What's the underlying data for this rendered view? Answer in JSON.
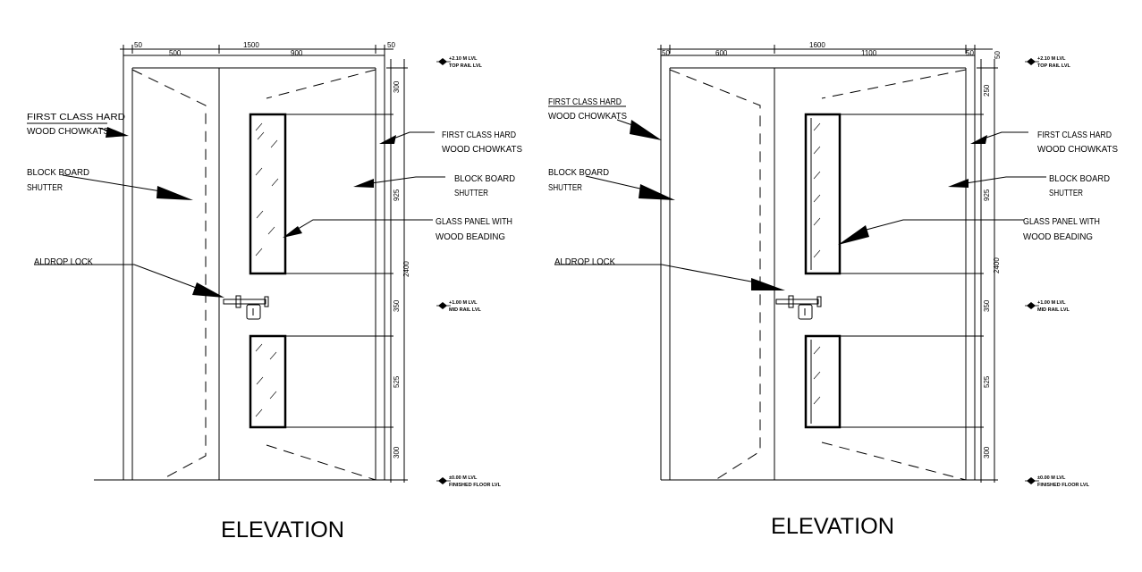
{
  "views": [
    {
      "title": "ELEVATION",
      "dims_top": [
        "50",
        "500",
        "1500",
        "900",
        "50"
      ],
      "dims_right": [
        "300",
        "925",
        "2400",
        "350",
        "525",
        "300"
      ],
      "labels": {
        "left_chowkat": [
          "FIRST CLASS HARD",
          "WOOD CHOWKATS"
        ],
        "left_shutter": [
          "BLOCK BOARD",
          "SHUTTER"
        ],
        "aldrop": [
          "ALDROP LOCK"
        ],
        "right_chowkat": [
          "FIRST CLASS HARD",
          "WOOD CHOWKATS"
        ],
        "right_shutter": [
          "BLOCK BOARD",
          "SHUTTER"
        ],
        "glass": [
          "GLASS PANEL WITH",
          "WOOD BEADING"
        ]
      },
      "levels": [
        [
          "+2.10 M LVL",
          "TOP RAIL LVL"
        ],
        [
          "+1.00 M LVL",
          "MID RAIL LVL"
        ],
        [
          "±0.00 M LVL",
          "FINISHED FLOOR LVL"
        ]
      ]
    },
    {
      "title": "ELEVATION",
      "dims_top": [
        "50",
        "600",
        "1600",
        "1100",
        "50",
        "50"
      ],
      "dims_right": [
        "250",
        "925",
        "2400",
        "350",
        "525",
        "300"
      ],
      "labels": {
        "left_chowkat": [
          "FIRST CLASS HARD",
          "WOOD CHOWKATS"
        ],
        "left_shutter": [
          "BLOCK BOARD",
          "SHUTTER"
        ],
        "aldrop": [
          "ALDROP LOCK"
        ],
        "right_chowkat": [
          "FIRST CLASS HARD",
          "WOOD CHOWKATS"
        ],
        "right_shutter": [
          "BLOCK BOARD",
          "SHUTTER"
        ],
        "glass": [
          "GLASS PANEL WITH",
          "WOOD BEADING"
        ]
      },
      "levels": [
        [
          "+2.10 M LVL",
          "TOP RAIL LVL"
        ],
        [
          "+1.00 M LVL",
          "MID RAIL LVL"
        ],
        [
          "±0.00 M LVL",
          "FINISHED FLOOR LVL"
        ]
      ]
    }
  ]
}
